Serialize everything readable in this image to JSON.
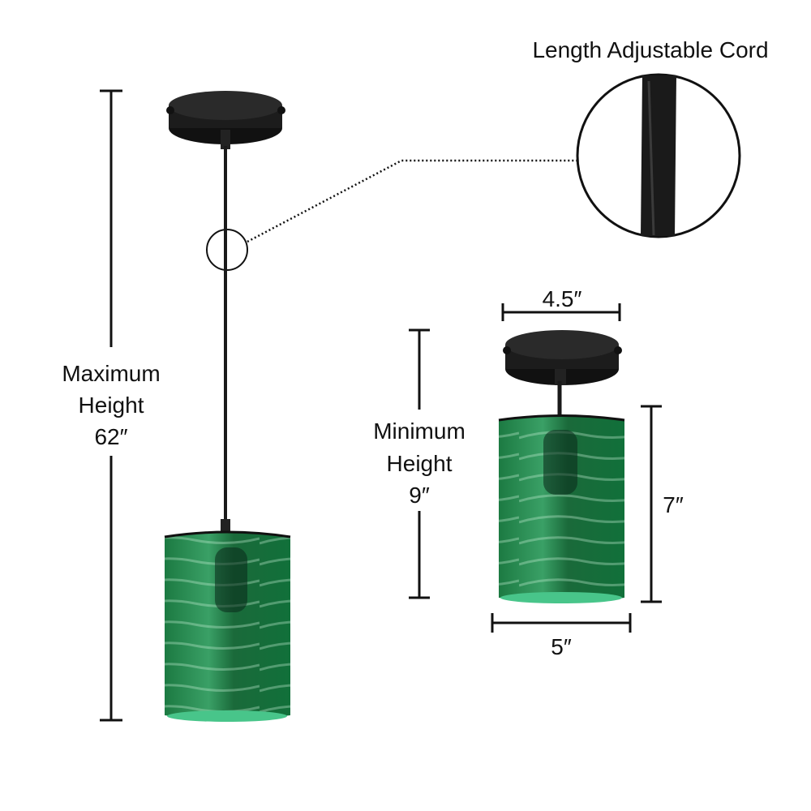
{
  "callout": {
    "title": "Length Adjustable Cord"
  },
  "max_height": {
    "line1": "Maximum",
    "line2": "Height",
    "value": "62″"
  },
  "min_height": {
    "line1": "Minimum",
    "line2": "Height",
    "value": "9″"
  },
  "canopy_width": "4.5″",
  "shade_height": "7″",
  "shade_width": "5″",
  "colors": {
    "shade": "#1f8a4a",
    "shade_dark": "#0f5c30",
    "metal": "#1c1c1c"
  }
}
